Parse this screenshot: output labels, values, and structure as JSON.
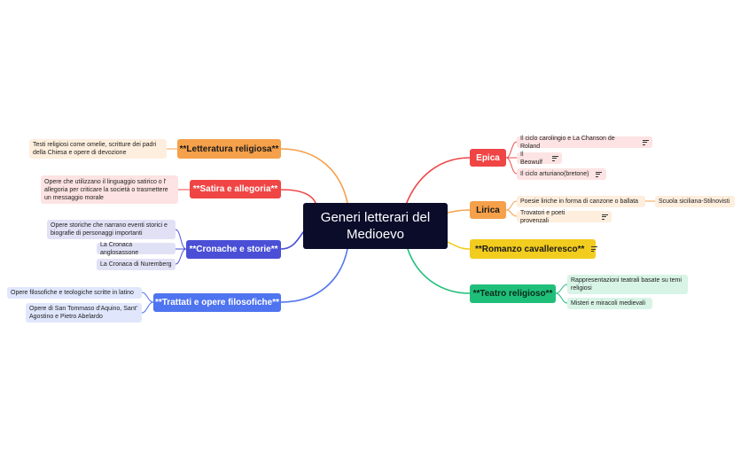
{
  "central": {
    "title": "Generi letterari del Medioevo"
  },
  "colors": {
    "red": "#f04545",
    "orange": "#f5a04a",
    "yellow": "#f2cc1f",
    "green": "#1fbf7a",
    "indigo": "#4a4fd6",
    "blue": "#4f74f0",
    "central": "#0b0c2a"
  },
  "branches": {
    "epica": {
      "label": "Epica",
      "children": [
        "Il ciclo carolingio e La Chanson de Roland",
        "Il Beowulf",
        "Il ciclo arturiano(bretone)"
      ]
    },
    "lirica": {
      "label": "Lirica",
      "children": [
        "Poesie liriche in forma di canzone o ballata",
        "Trovatori e poeti provenzali"
      ],
      "grandchild": "Scuola siciliana-Stilnovisti"
    },
    "romanzo": {
      "label": "**Romanzo cavalleresco**"
    },
    "teatro": {
      "label": "**Teatro religioso**",
      "children": [
        "Rappresentazioni teatrali basate su temi religiosi",
        "Misteri e miracoli medievali"
      ]
    },
    "letteratura": {
      "label": "**Letteratura religiosa**",
      "children": [
        "Testi religiosi come omelie, scritture dei padri della Chiesa e opere di devozione"
      ]
    },
    "satira": {
      "label": "**Satira e allegoria**",
      "children": [
        "Opere che utilizzano il linguaggio satirico o l' allegoria per criticare la società o trasmettere un messaggio morale"
      ]
    },
    "cronache": {
      "label": "**Cronache e storie**",
      "children": [
        "Opere storiche che narrano eventi storici e biografie di personaggi importanti",
        "La Cronaca anglosassone",
        "La Cronaca di Nuremberg"
      ]
    },
    "trattati": {
      "label": "**Trattati e opere filosofiche**",
      "children": [
        "Opere filosofiche e teologiche scritte in latino",
        "Opere di San Tommaso d'Aquino, Sant' Agostino e Pietro Abelardo"
      ]
    }
  }
}
